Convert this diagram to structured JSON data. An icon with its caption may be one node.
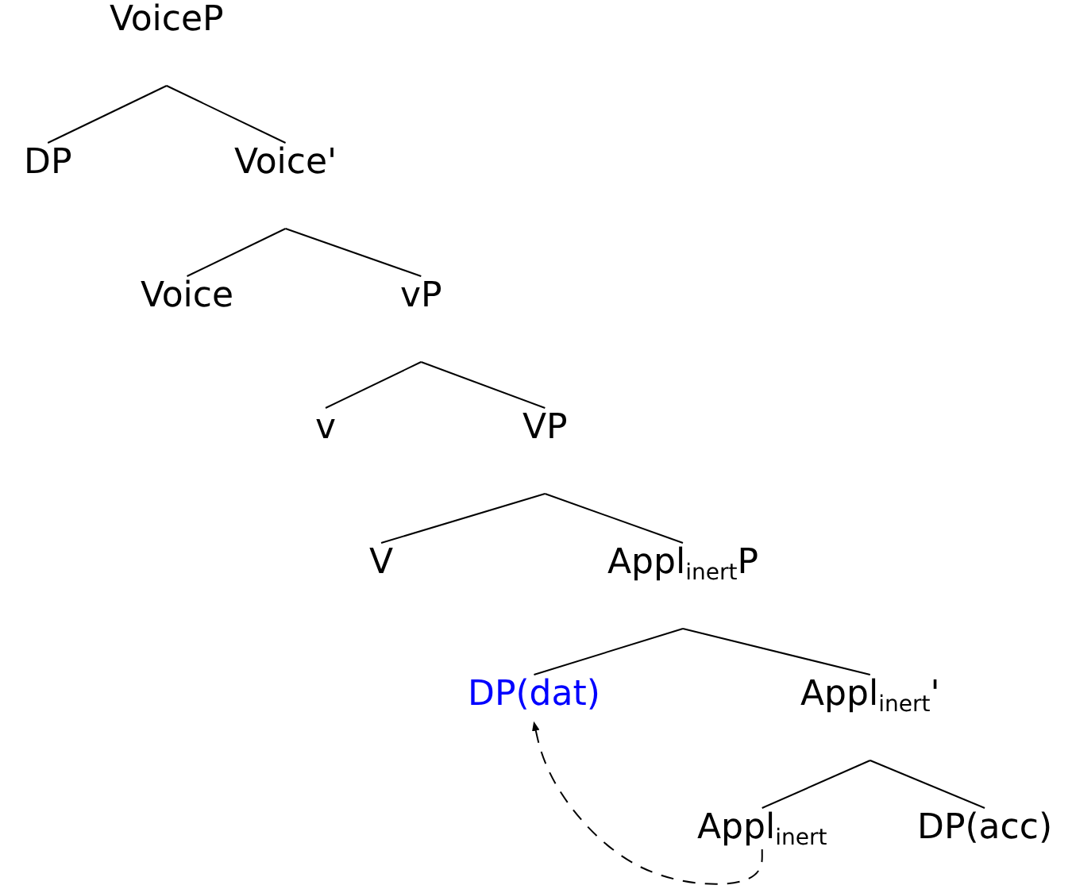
{
  "diagram": {
    "nodes": [
      {
        "text": [
          "VoiceP"
        ]
      },
      {
        "text": [
          "DP"
        ]
      },
      {
        "text": [
          "Voice'"
        ]
      },
      {
        "text": [
          "Voice"
        ]
      },
      {
        "text": [
          "vP"
        ]
      },
      {
        "text": [
          "v"
        ]
      },
      {
        "text": [
          "VP"
        ]
      },
      {
        "text": [
          "V"
        ]
      },
      {
        "text": [
          "Appl$_{inert}$P"
        ]
      },
      {
        "text": [
          "DP(dat)"
        ]
      },
      {
        "text": [
          "Appl$_{inert}$'"
        ]
      },
      {
        "text": [
          "Appl$_{inert}$"
        ]
      },
      {
        "text": [
          "DP(acc)"
        ]
      }
    ],
    "edges": [
      {
        "from": 0,
        "to": 1,
        "arrow": "none"
      },
      {
        "from": 0,
        "to": 2,
        "arrow": "none"
      },
      {
        "from": 2,
        "to": 3,
        "arrow": "none"
      },
      {
        "from": 2,
        "to": 4,
        "arrow": "none"
      },
      {
        "from": 4,
        "to": 5,
        "arrow": "none"
      },
      {
        "from": 4,
        "to": 6,
        "arrow": "none"
      },
      {
        "from": 6,
        "to": 7,
        "arrow": "none"
      },
      {
        "from": 6,
        "to": 8,
        "arrow": "none"
      },
      {
        "from": 8,
        "to": 9,
        "arrow": "none"
      },
      {
        "from": 8,
        "to": 10,
        "arrow": "none"
      },
      {
        "from": 10,
        "to": 11,
        "arrow": "none"
      },
      {
        "from": 10,
        "to": 12,
        "arrow": "none"
      },
      {
        "from": 11,
        "to": 9,
        "arrow": "to",
        "style": "dashed"
      }
    ]
  }
}
